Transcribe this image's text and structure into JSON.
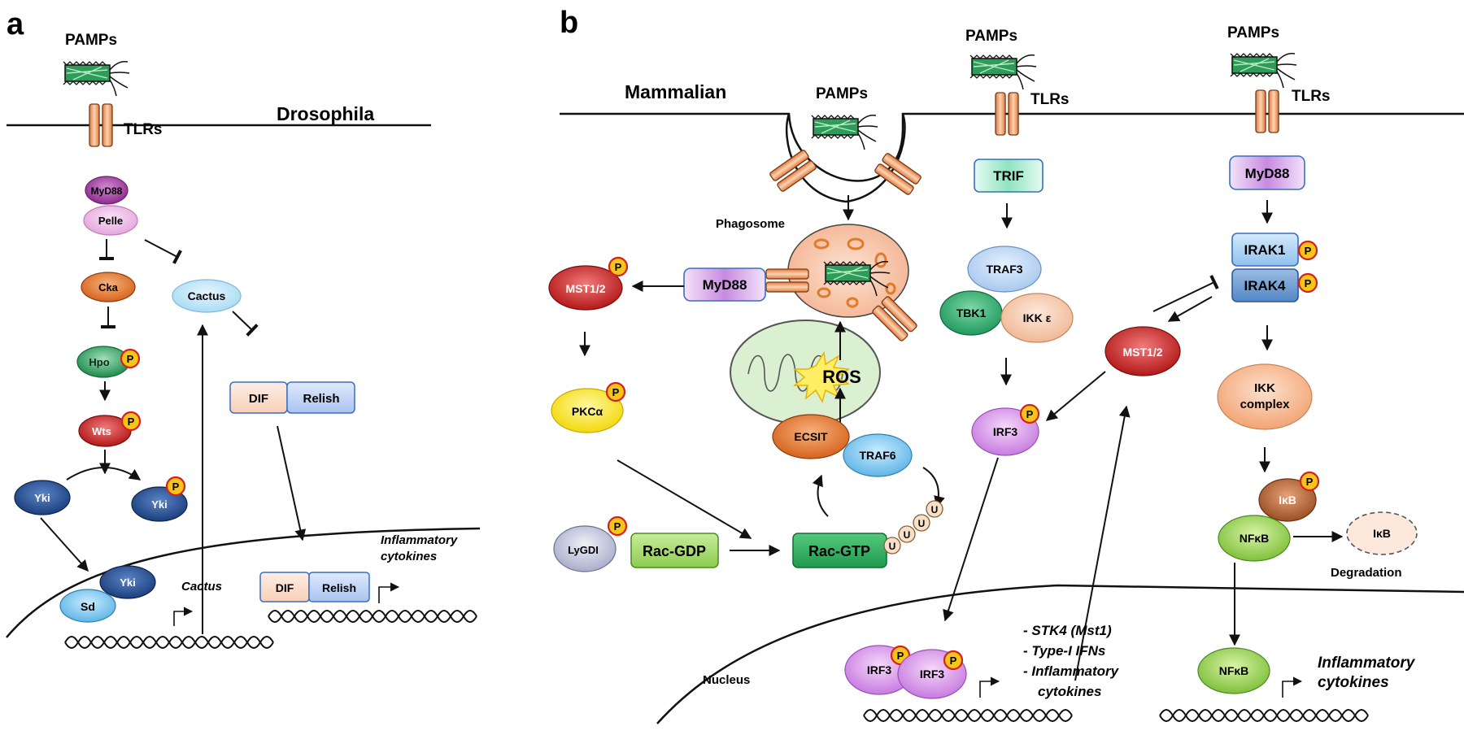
{
  "panels": {
    "a": {
      "letter": "a",
      "organism": "Drosophila",
      "pamps": "PAMPs",
      "tlrs": "TLRs",
      "myd88": "MyD88",
      "pelle": "Pelle",
      "cka": "Cka",
      "cactus": "Cactus",
      "hpo": "Hpo",
      "wts": "Wts",
      "yki": "Yki",
      "dif": "DIF",
      "relish": "Relish",
      "sd": "Sd",
      "cactus_gene": "Cactus",
      "output_line1": "Inflammatory",
      "output_line2": "cytokines"
    },
    "b": {
      "letter": "b",
      "organism": "Mammalian",
      "pamps": "PAMPs",
      "tlrs": "TLRs",
      "phagosome": "Phagosome",
      "mst": "MST1/2",
      "myd88": "MyD88",
      "pkc": "PKCα",
      "lygdi": "LyGDI",
      "rac_gdp": "Rac-GDP",
      "rac_gtp": "Rac-GTP",
      "ros": "ROS",
      "ecsit": "ECSIT",
      "traf6": "TRAF6",
      "ub": "U",
      "trif": "TRIF",
      "traf3": "TRAF3",
      "tbk1": "TBK1",
      "ikke": "IKK ε",
      "irf3": "IRF3",
      "irak1": "IRAK1",
      "irak4": "IRAK4",
      "ikk_line1": "IKK",
      "ikk_line2": "complex",
      "ikb": "IκB",
      "nfkb": "NFκB",
      "degradation": "Degradation",
      "nucleus": "Nucleus",
      "gene_list": [
        "- STK4 (Mst1)",
        "- Type-I IFNs",
        "- Inflammatory",
        "cytokines"
      ],
      "output_line1": "Inflammatory",
      "output_line2": "cytokines"
    }
  },
  "phospho": "P"
}
